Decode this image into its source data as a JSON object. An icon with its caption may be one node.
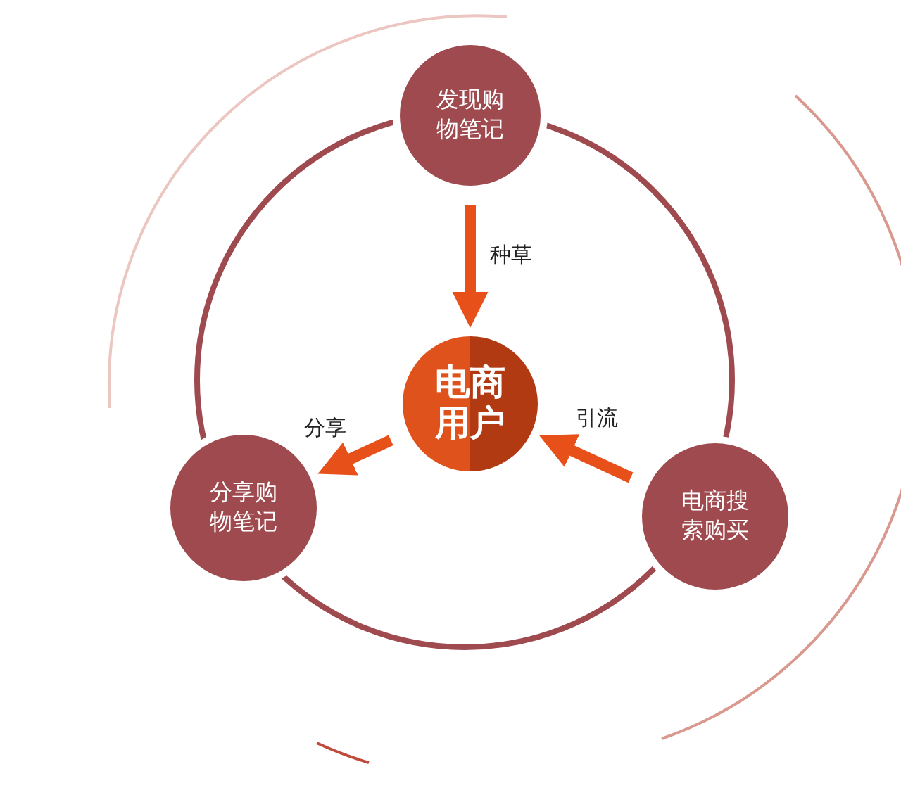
{
  "diagram": {
    "nodes": [
      {
        "text": [
          "发现购物笔记"
        ]
      },
      {
        "text": [
          "电商用户"
        ]
      },
      {
        "text": [
          "分享购物笔记"
        ]
      },
      {
        "text": [
          "电商搜索购买"
        ]
      }
    ],
    "edges": [
      {
        "from": 0,
        "to": 1,
        "arrow": "to",
        "label": "种草"
      },
      {
        "from": 1,
        "to": 2,
        "arrow": "to",
        "label": "分享"
      },
      {
        "from": 3,
        "to": 1,
        "arrow": "to",
        "label": "引流"
      }
    ]
  }
}
